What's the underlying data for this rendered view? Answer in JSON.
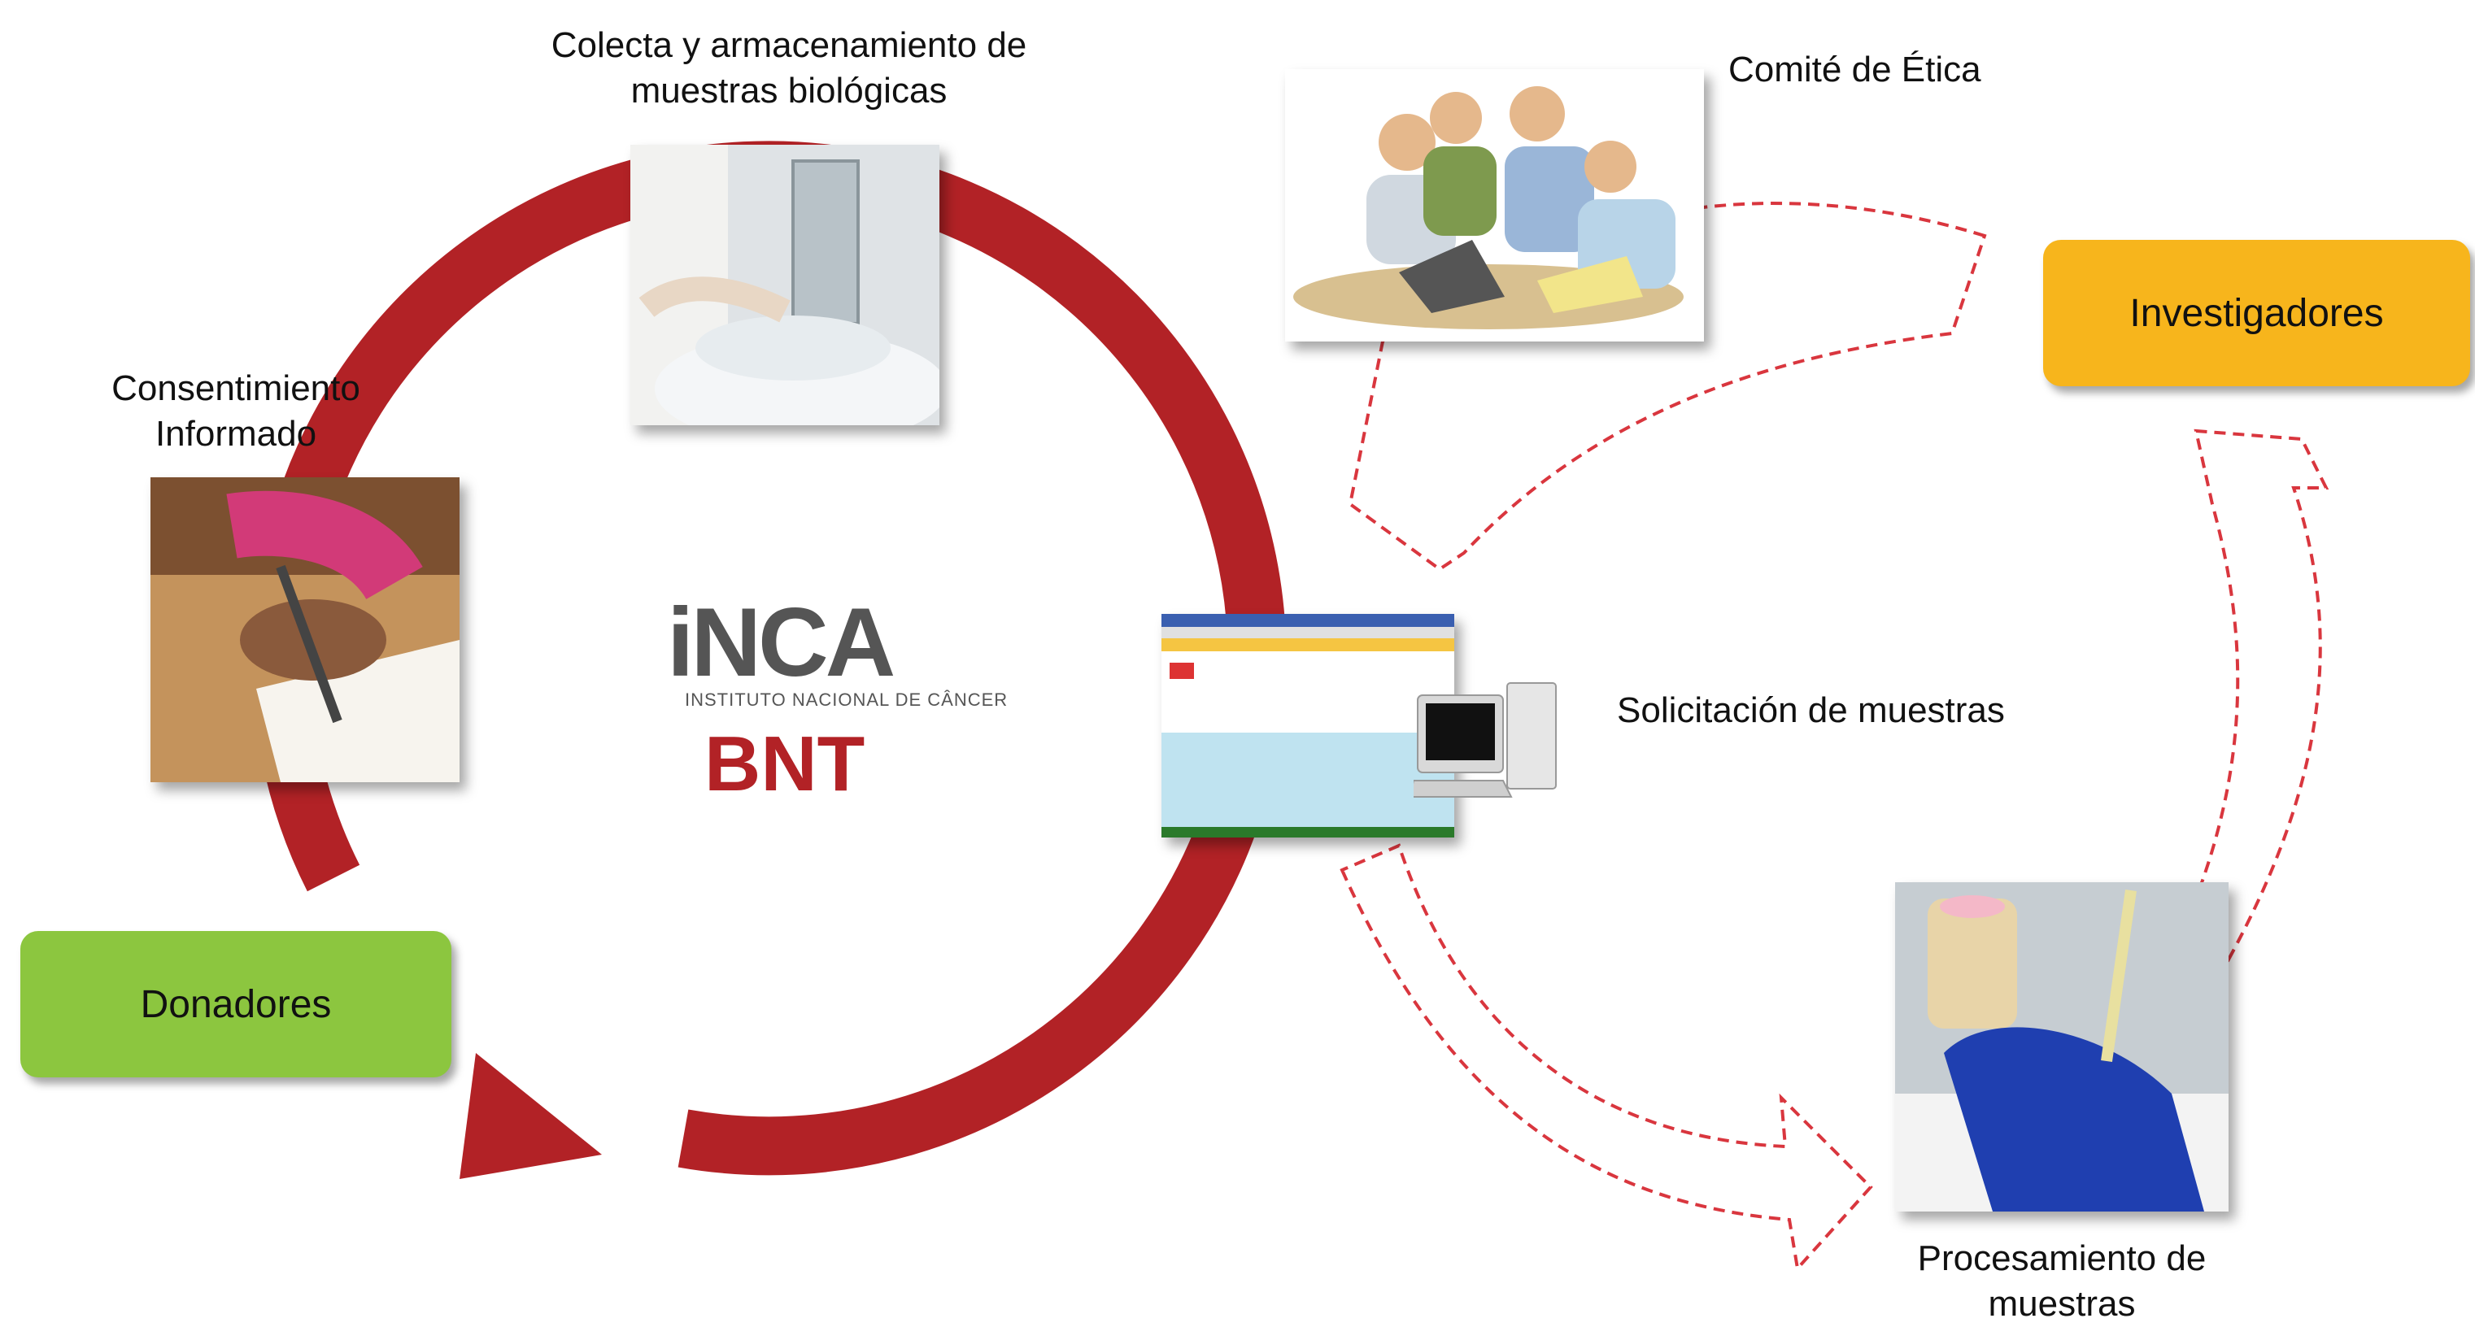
{
  "labels": {
    "collection": "Colecta y armacenamiento de\nmuestras biológicas",
    "consent": "Consentimiento\nInformado",
    "ethics": "Comité de Ética",
    "request": "Solicitación de muestras",
    "processing": "Procesamiento de\nmuestras"
  },
  "boxes": {
    "donors": "Donadores",
    "researchers": "Investigadores"
  },
  "logo": {
    "name": "iNCA",
    "subtitle": "INSTITUTO NACIONAL DE CÂNCER",
    "program": "BNT"
  },
  "colors": {
    "cycle_red": "#b22226",
    "dashed_red": "#d9363e",
    "donors_green": "#8cc63f",
    "researchers_yellow": "#f7b51c"
  }
}
